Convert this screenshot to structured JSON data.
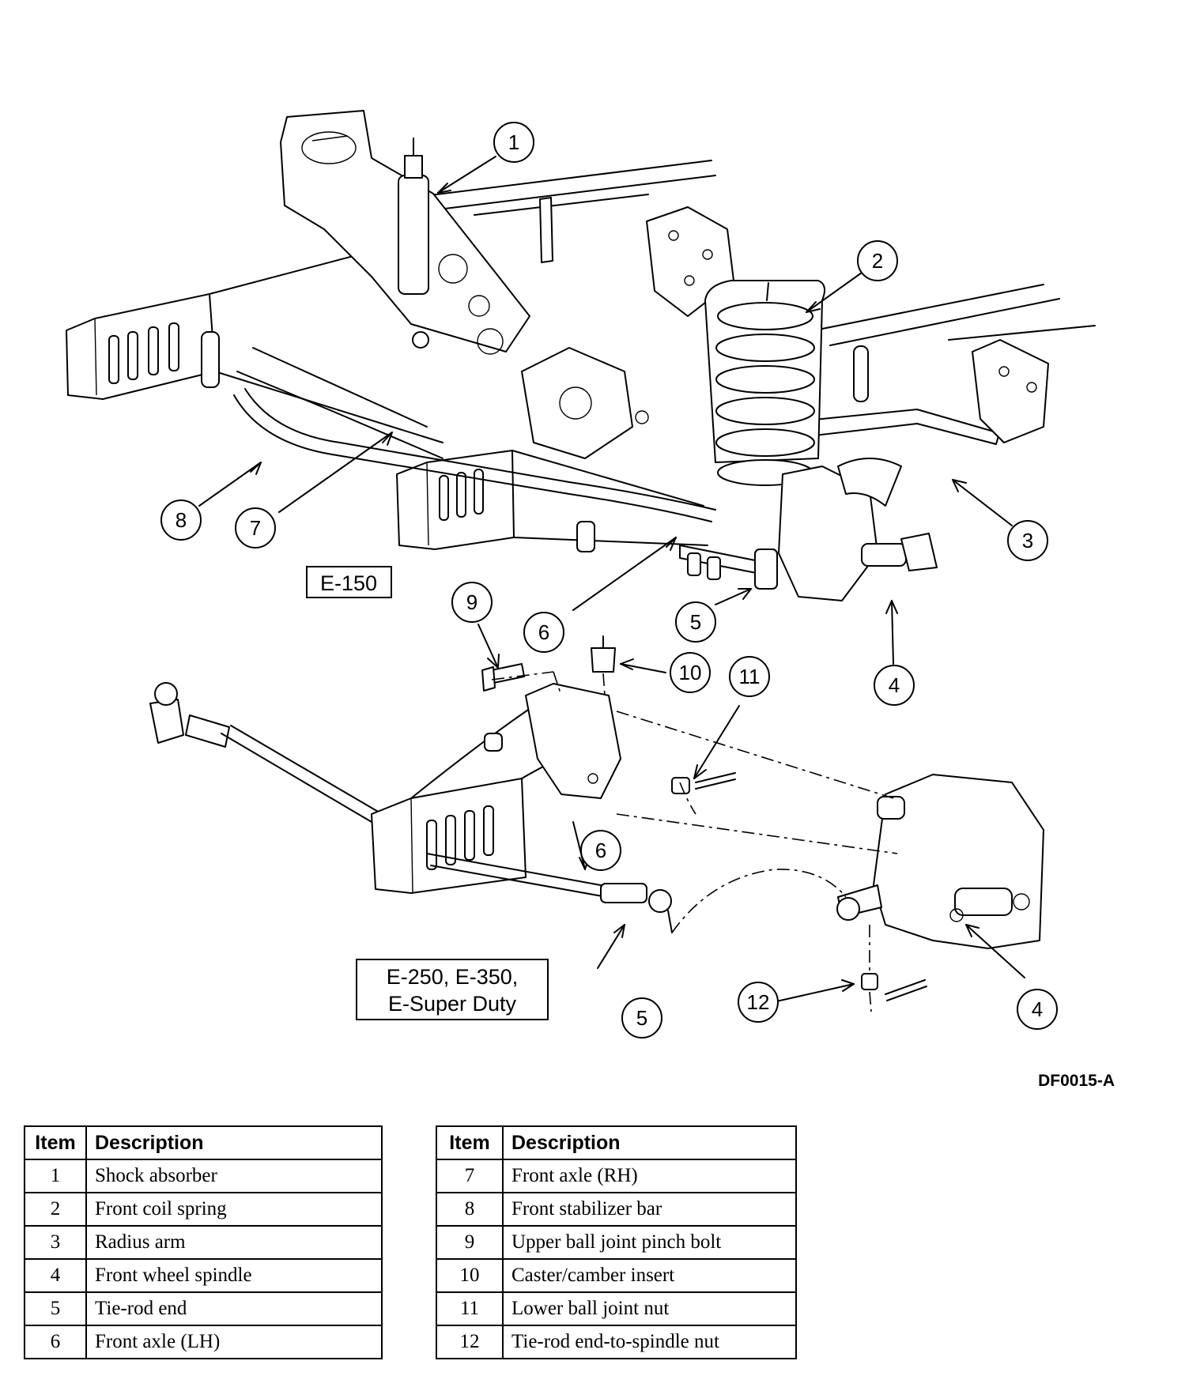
{
  "figure_id": "DF0015-A",
  "models": {
    "top": "E-150",
    "bottom_line1": "E-250, E-350,",
    "bottom_line2": "E-Super Duty"
  },
  "callouts": {
    "c1": "1",
    "c2": "2",
    "c3": "3",
    "c4": "4",
    "c5": "5",
    "c6": "6",
    "c7": "7",
    "c8": "8",
    "c9": "9",
    "c10": "10",
    "c11": "11",
    "c12": "12",
    "c4b": "4",
    "c5b": "5",
    "c6b": "6"
  },
  "table": {
    "headers": {
      "item": "Item",
      "description": "Description"
    },
    "left": [
      {
        "item": "1",
        "description": "Shock absorber"
      },
      {
        "item": "2",
        "description": "Front coil spring"
      },
      {
        "item": "3",
        "description": "Radius arm"
      },
      {
        "item": "4",
        "description": "Front wheel spindle"
      },
      {
        "item": "5",
        "description": "Tie-rod end"
      },
      {
        "item": "6",
        "description": "Front axle (LH)"
      }
    ],
    "right": [
      {
        "item": "7",
        "description": "Front axle (RH)"
      },
      {
        "item": "8",
        "description": "Front stabilizer bar"
      },
      {
        "item": "9",
        "description": "Upper ball joint pinch bolt"
      },
      {
        "item": "10",
        "description": "Caster/camber insert"
      },
      {
        "item": "11",
        "description": "Lower ball joint nut"
      },
      {
        "item": "12",
        "description": "Tie-rod end-to-spindle nut"
      }
    ]
  }
}
